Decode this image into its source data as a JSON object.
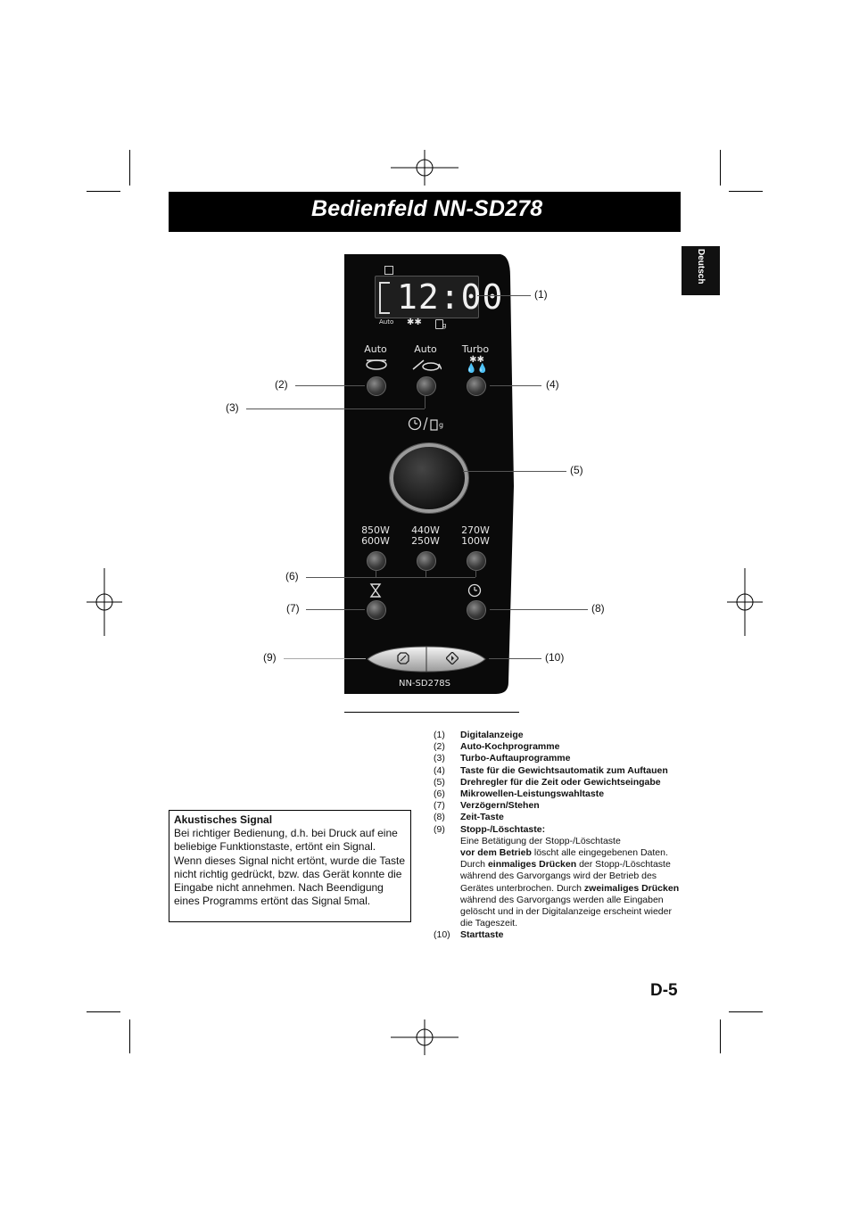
{
  "header": {
    "title": "Bedienfeld NN-SD278"
  },
  "side_tab": {
    "label": "Deutsch"
  },
  "panel": {
    "display": {
      "time": "12:00",
      "bottom_left_label": "Auto",
      "bottom_right_label": "g"
    },
    "top_buttons": [
      {
        "label": "Auto"
      },
      {
        "label": "Auto"
      },
      {
        "label": "Turbo"
      }
    ],
    "dial_symbol": "g",
    "power_buttons": [
      {
        "line1": "850W",
        "line2": "600W"
      },
      {
        "line1": "440W",
        "line2": "250W"
      },
      {
        "line1": "270W",
        "line2": "100W"
      }
    ],
    "model": "NN-SD278S"
  },
  "callouts": [
    "(1)",
    "(2)",
    "(3)",
    "(4)",
    "(5)",
    "(6)",
    "(7)",
    "(8)",
    "(9)",
    "(10)"
  ],
  "legend": [
    {
      "num": "(1)",
      "text": "Digitalanzeige"
    },
    {
      "num": "(2)",
      "text": "Auto-Kochprogramme"
    },
    {
      "num": "(3)",
      "text": "Turbo-Auftauprogramme"
    },
    {
      "num": "(4)",
      "text": "Taste für die Gewichtsautomatik zum Auftauen"
    },
    {
      "num": "(5)",
      "text": "Drehregler für die Zeit oder Gewichtseingabe"
    },
    {
      "num": "(6)",
      "text": "Mikrowellen-Leistungswahltaste"
    },
    {
      "num": "(7)",
      "text": "Verzögern/Stehen"
    },
    {
      "num": "(8)",
      "text": "Zeit-Taste"
    },
    {
      "num": "(9)",
      "text": "Stopp-/Löschtaste:"
    },
    {
      "num": "(10)",
      "text": "Starttaste"
    }
  ],
  "stop_description": {
    "p1": "Eine Betätigung der Stopp-/Löschtaste",
    "p2_bold": "vor dem Betrieb",
    "p3": " löscht alle eingegebenen Daten. Durch ",
    "p4_bold": "einmaliges Drücken",
    "p5": " der Stopp-/Löschtaste während des Garvorgangs wird der Betrieb des Gerätes unterbrochen. Durch ",
    "p6_bold": "zweimaliges Drücken",
    "p7": " während des Garvorgangs werden alle Eingaben gelöscht und in der Digitalanzeige erscheint wieder die Tageszeit."
  },
  "signal_box": {
    "heading": "Akustisches Signal",
    "body": "Bei richtiger Bedienung, d.h. bei Druck auf eine beliebige Funktionstaste, ertönt ein Signal. Wenn dieses Signal nicht ertönt, wurde die Taste nicht richtig gedrückt, bzw. das Gerät konnte die Eingabe nicht annehmen. Nach Beendigung eines Programms ertönt das Signal 5mal."
  },
  "page_number": "D-5"
}
